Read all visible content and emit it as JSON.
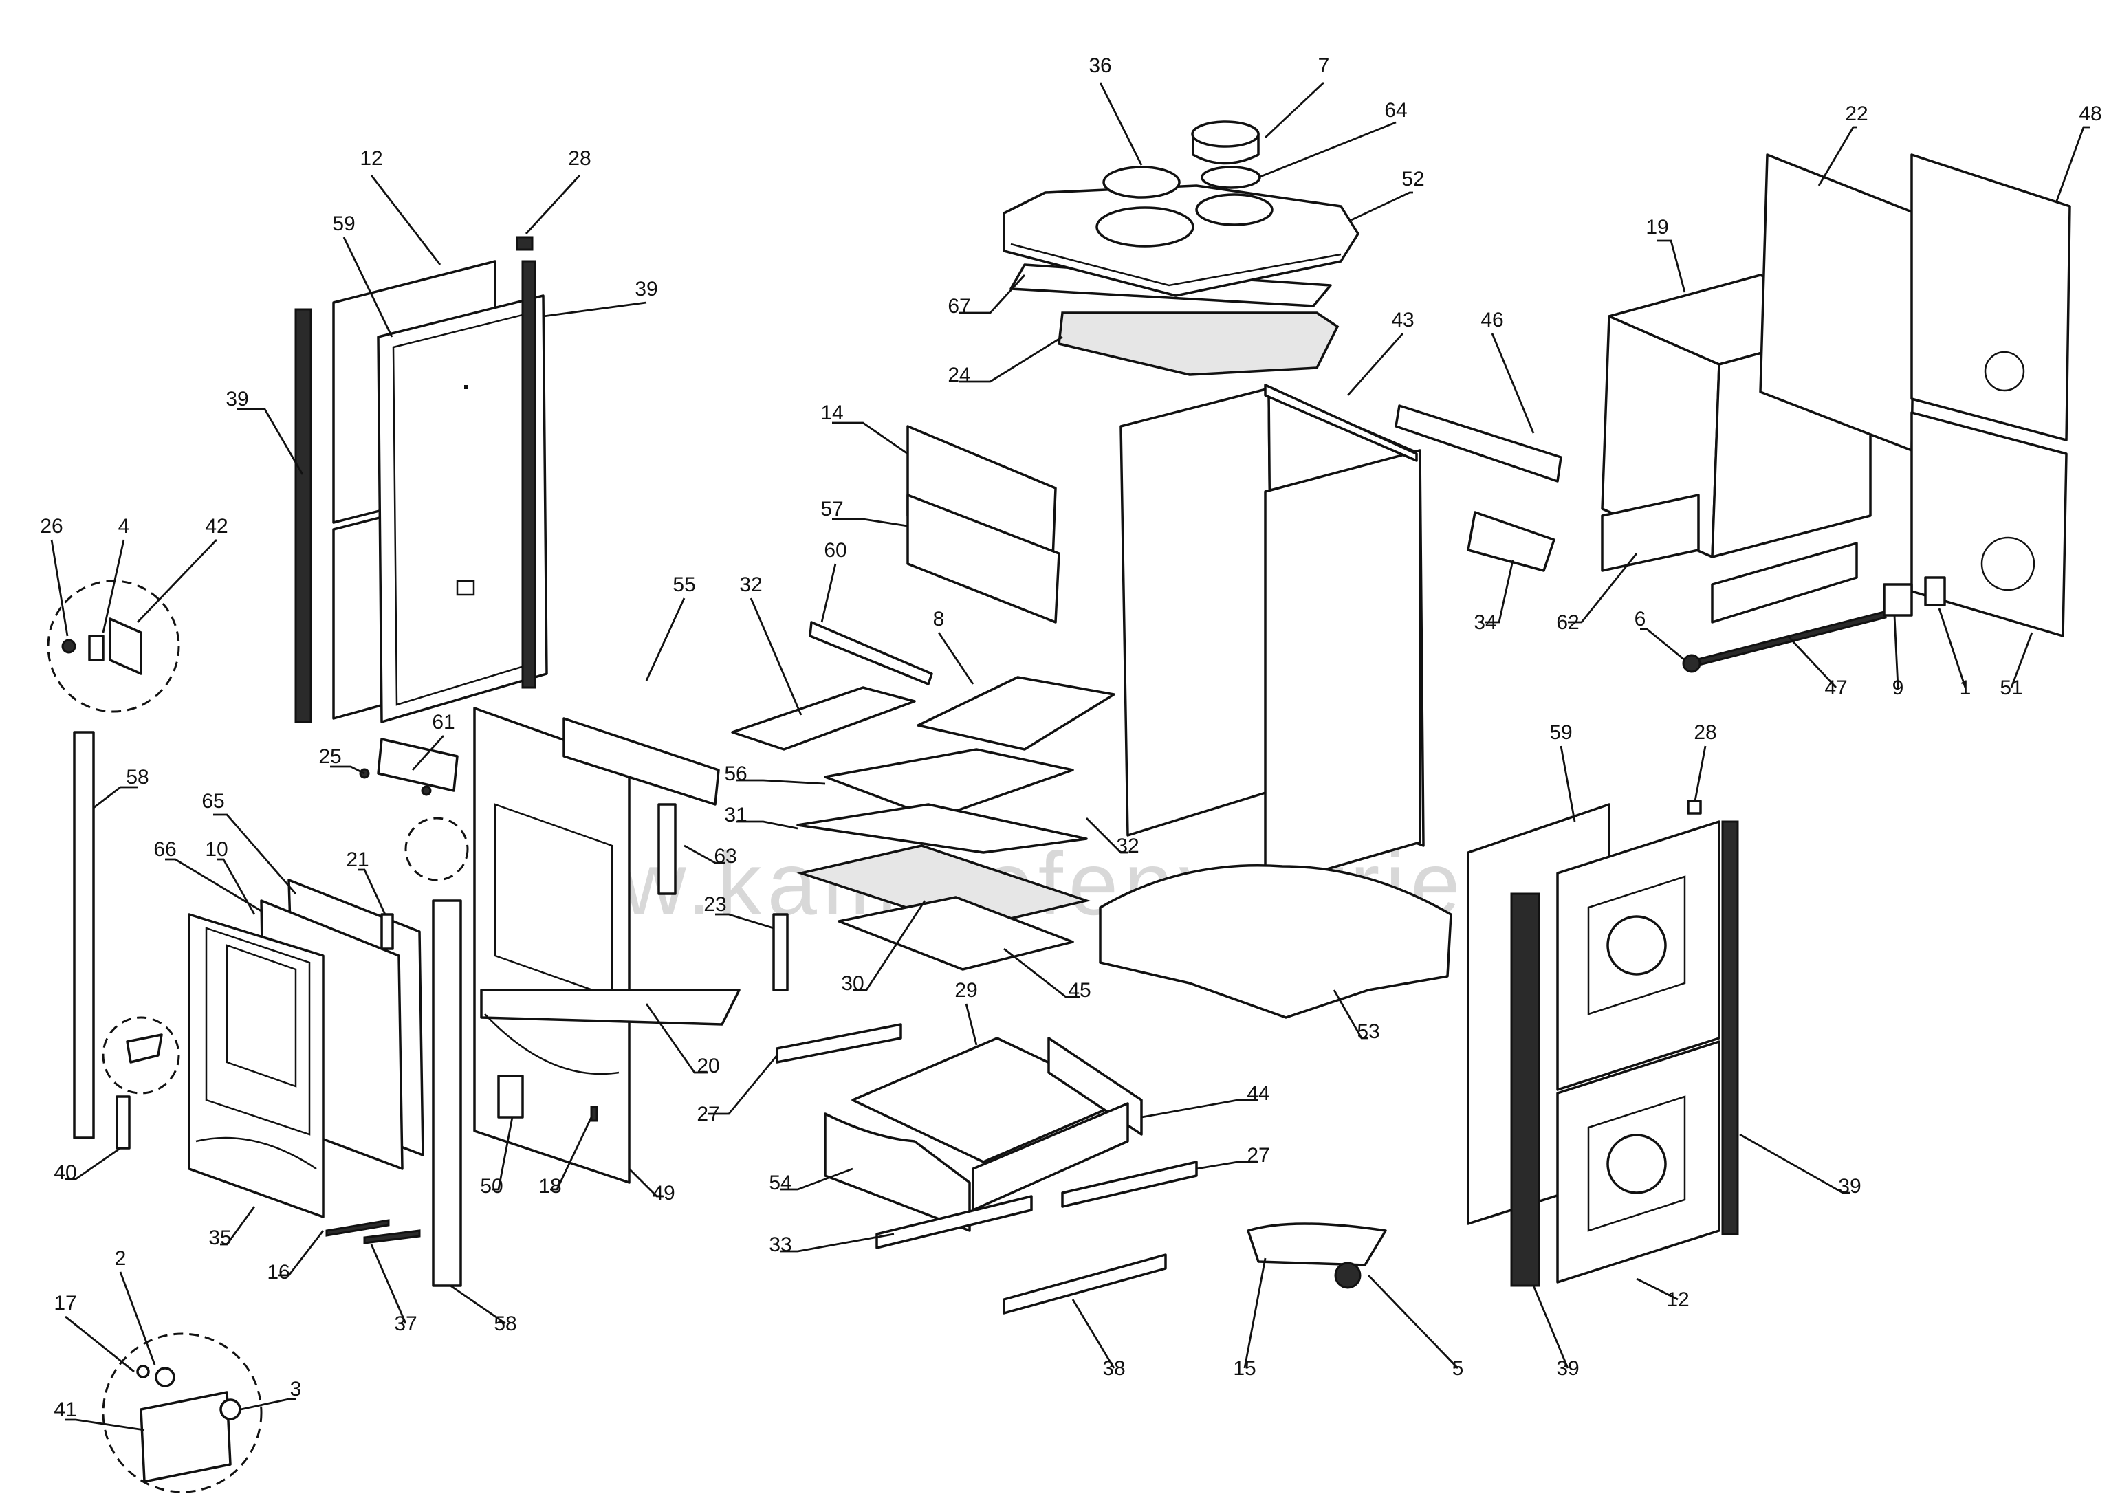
{
  "watermark": "www.kaminofenvertrieb.de",
  "callouts": [
    {
      "id": "c36",
      "label": "36"
    },
    {
      "id": "c7",
      "label": "7"
    },
    {
      "id": "c64",
      "label": "64"
    },
    {
      "id": "c52",
      "label": "52"
    },
    {
      "id": "c67",
      "label": "67"
    },
    {
      "id": "c24",
      "label": "24"
    },
    {
      "id": "c22",
      "label": "22"
    },
    {
      "id": "c48",
      "label": "48"
    },
    {
      "id": "c19",
      "label": "19"
    },
    {
      "id": "c12a",
      "label": "12"
    },
    {
      "id": "c28a",
      "label": "28"
    },
    {
      "id": "c59a",
      "label": "59"
    },
    {
      "id": "c39a",
      "label": "39"
    },
    {
      "id": "c39b",
      "label": "39"
    },
    {
      "id": "c43",
      "label": "43"
    },
    {
      "id": "c46",
      "label": "46"
    },
    {
      "id": "c14",
      "label": "14"
    },
    {
      "id": "c57",
      "label": "57"
    },
    {
      "id": "c26",
      "label": "26"
    },
    {
      "id": "c4",
      "label": "4"
    },
    {
      "id": "c42",
      "label": "42"
    },
    {
      "id": "c55",
      "label": "55"
    },
    {
      "id": "c32a",
      "label": "32"
    },
    {
      "id": "c60",
      "label": "60"
    },
    {
      "id": "c8",
      "label": "8"
    },
    {
      "id": "c34",
      "label": "34"
    },
    {
      "id": "c62",
      "label": "62"
    },
    {
      "id": "c6",
      "label": "6"
    },
    {
      "id": "c47",
      "label": "47"
    },
    {
      "id": "c9",
      "label": "9"
    },
    {
      "id": "c1",
      "label": "1"
    },
    {
      "id": "c51",
      "label": "51"
    },
    {
      "id": "c25",
      "label": "25"
    },
    {
      "id": "c61",
      "label": "61"
    },
    {
      "id": "c56",
      "label": "56"
    },
    {
      "id": "c31",
      "label": "31"
    },
    {
      "id": "c32b",
      "label": "32"
    },
    {
      "id": "c58a",
      "label": "58"
    },
    {
      "id": "c65",
      "label": "65"
    },
    {
      "id": "c66",
      "label": "66"
    },
    {
      "id": "c10",
      "label": "10"
    },
    {
      "id": "c21",
      "label": "21"
    },
    {
      "id": "c63",
      "label": "63"
    },
    {
      "id": "c23",
      "label": "23"
    },
    {
      "id": "c59b",
      "label": "59"
    },
    {
      "id": "c28b",
      "label": "28"
    },
    {
      "id": "c30",
      "label": "30"
    },
    {
      "id": "c45",
      "label": "45"
    },
    {
      "id": "c29",
      "label": "29"
    },
    {
      "id": "c53",
      "label": "53"
    },
    {
      "id": "c20",
      "label": "20"
    },
    {
      "id": "c27a",
      "label": "27"
    },
    {
      "id": "c44",
      "label": "44"
    },
    {
      "id": "c40",
      "label": "40"
    },
    {
      "id": "c50",
      "label": "50"
    },
    {
      "id": "c18",
      "label": "18"
    },
    {
      "id": "c49",
      "label": "49"
    },
    {
      "id": "c27b",
      "label": "27"
    },
    {
      "id": "c54",
      "label": "54"
    },
    {
      "id": "c39c",
      "label": "39"
    },
    {
      "id": "c35",
      "label": "35"
    },
    {
      "id": "c16",
      "label": "16"
    },
    {
      "id": "c33",
      "label": "33"
    },
    {
      "id": "c2",
      "label": "2"
    },
    {
      "id": "c37",
      "label": "37"
    },
    {
      "id": "c58b",
      "label": "58"
    },
    {
      "id": "c17",
      "label": "17"
    },
    {
      "id": "c12b",
      "label": "12"
    },
    {
      "id": "c38",
      "label": "38"
    },
    {
      "id": "c15",
      "label": "15"
    },
    {
      "id": "c5",
      "label": "5"
    },
    {
      "id": "c39d",
      "label": "39"
    },
    {
      "id": "c3",
      "label": "3"
    },
    {
      "id": "c41",
      "label": "41"
    }
  ]
}
